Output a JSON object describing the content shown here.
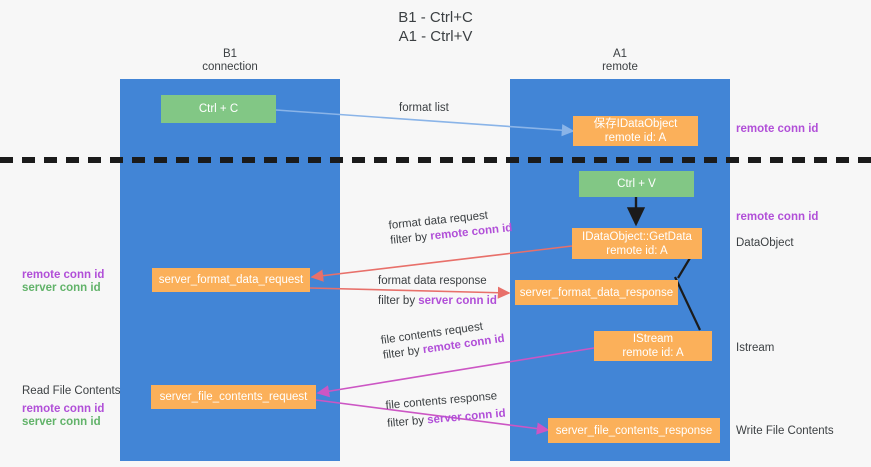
{
  "title": "B1 - Ctrl+C\nA1 - Ctrl+V",
  "columns": [
    {
      "id": "b1",
      "label": "B1\nconnection"
    },
    {
      "id": "a1",
      "label": "A1\nremote"
    }
  ],
  "nodes": {
    "ctrl_c": "Ctrl + C",
    "ctrl_v": "Ctrl + V",
    "save_idataobject": "保存IDataObject\nremote id: A",
    "getdata": "IDataObject::GetData\nremote id: A",
    "server_format_data_request": "server_format_data_request",
    "server_format_data_response": "server_format_data_response",
    "istream": "IStream\nremote id: A",
    "server_file_contents_request": "server_file_contents_request",
    "server_file_contents_response": "server_file_contents_response"
  },
  "edge_labels": {
    "format_list": "format list",
    "format_data_request": "format data request",
    "format_data_request_filter_prefix": "filter by ",
    "format_data_request_filter_key": "remote conn id",
    "format_data_response": "format data response",
    "format_data_response_filter_prefix": "filter by ",
    "format_data_response_filter_key": "server conn id",
    "file_contents_request": "file contents request",
    "file_contents_request_filter_prefix": "filter by ",
    "file_contents_request_filter_key": "remote conn id",
    "file_contents_response": "file contents response",
    "file_contents_response_filter_prefix": "filter by ",
    "file_contents_response_filter_key": "server conn id"
  },
  "side_labels": {
    "right_remote_conn_id_top": "remote conn id",
    "right_remote_conn_id_mid": "remote conn id",
    "right_dataobject": "DataObject",
    "right_istream": "Istream",
    "right_write_file_contents": "Write File Contents",
    "left_remote_conn_id_mid": "remote conn id",
    "left_server_conn_id_mid": "server conn id",
    "left_read_file_contents": "Read File Contents",
    "left_remote_conn_id_bottom": "remote conn id",
    "left_server_conn_id_bottom": "server conn id"
  },
  "colors": {
    "lane": "#4285d6",
    "node_green": "#82c785",
    "node_orange": "#fbb05a",
    "background": "#f7f7f7",
    "text": "#3c4043",
    "accent_purple": "#b14fd8",
    "accent_green": "#62b36a",
    "arrow_blue": "#8ab4e8",
    "arrow_red": "#e8706a",
    "arrow_magenta": "#c council",
    "arrow_magenta_2": "#c councils",
    "arrow_magenta_fixed": "#cc56c4",
    "arrow_black": "#1b1b1b",
    "divider": "#1b1b1b"
  }
}
